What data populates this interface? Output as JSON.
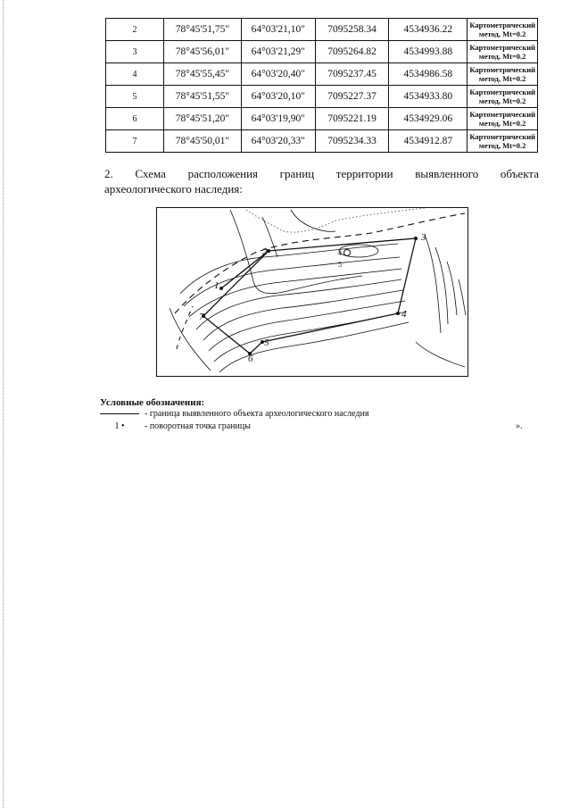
{
  "table": {
    "rows": [
      {
        "n": "2",
        "lat": "78°45'51,75\"",
        "lon": "64°03'21,10\"",
        "x": "7095258.34",
        "y": "4534936.22",
        "method": [
          "Картометрический",
          "метод, Mt=0.2"
        ]
      },
      {
        "n": "3",
        "lat": "78°45'56,01\"",
        "lon": "64°03'21,29\"",
        "x": "7095264.82",
        "y": "4534993.88",
        "method": [
          "Картометрический",
          "метод, Mt=0.2"
        ]
      },
      {
        "n": "4",
        "lat": "78°45'55,45\"",
        "lon": "64°03'20,40\"",
        "x": "7095237.45",
        "y": "4534986.58",
        "method": [
          "Картометрический",
          "метод, Mt=0.2"
        ]
      },
      {
        "n": "5",
        "lat": "78°45'51,55\"",
        "lon": "64°03'20,10\"",
        "x": "7095227.37",
        "y": "4534933.80",
        "method": [
          "Картометрический",
          "метод, Mt=0.2"
        ]
      },
      {
        "n": "6",
        "lat": "78°45'51,20\"",
        "lon": "64°03'19,90\"",
        "x": "7095221.19",
        "y": "4534929.06",
        "method": [
          "Картометрический",
          "метод, Mt=0.2"
        ]
      },
      {
        "n": "7",
        "lat": "78°45'50,01\"",
        "lon": "64°03'20,33\"",
        "x": "7095234.33",
        "y": "4534912.87",
        "method": [
          "Картометрический",
          "метод, Mt=0.2"
        ]
      }
    ]
  },
  "section": {
    "words": [
      "2.",
      "Схема",
      "расположения",
      "границ",
      "территории",
      "выявленного",
      "объекта"
    ],
    "line2": "археологического наследия:"
  },
  "scheme": {
    "point_labels": [
      "1",
      "2",
      "3",
      "4",
      "5",
      "6",
      "7"
    ],
    "small_labels": [
      "4",
      "5"
    ]
  },
  "legend": {
    "title": "Условные обозначения:",
    "boundary": "- граница выявленного объекта археологического наследия",
    "point_sample": "1 •",
    "point_desc": "- поворотная точка границы",
    "closing": "»."
  }
}
